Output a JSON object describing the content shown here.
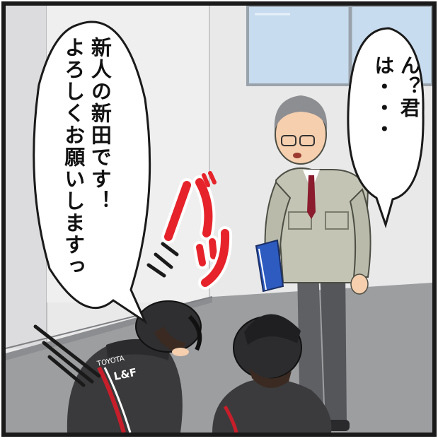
{
  "speech": {
    "left_line1": "新人の新田です！",
    "left_line2": "よろしくお願いしますっ",
    "right_line": "ん？君は・・・"
  },
  "sound_effect": "バッ",
  "logo": {
    "maker": "TOYOTA",
    "brand": "L&F"
  },
  "colors": {
    "frame": "#1a1a1a",
    "wall": "#e9e9ea",
    "floor": "#9d9ea0",
    "jacket": "#c3c4b4",
    "sfx_red": "#e6232a",
    "binder_blue": "#2d5bc0"
  }
}
